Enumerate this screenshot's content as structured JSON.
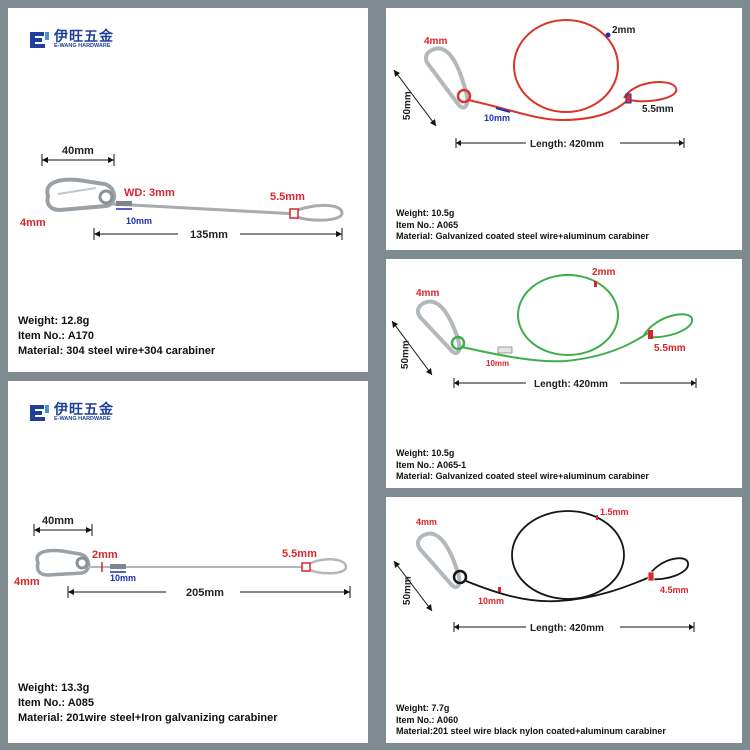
{
  "brand": {
    "name_cn": "伊旺五金",
    "name_en": "E-WANG HARDWARE"
  },
  "panels": [
    {
      "weight": "Weight: 12.8g",
      "item": "Item No.: A170",
      "material": "Material: 304 steel wire+304 carabiner",
      "dims": {
        "carabiner_len": "40mm",
        "carabiner_wire": "4mm",
        "wire_dia": "WD: 3mm",
        "sleeve": "10mm",
        "length": "135mm",
        "loop": "5.5mm"
      }
    },
    {
      "weight": "Weight: 13.3g",
      "item": "Item No.: A085",
      "material": "Material: 201wire steel+Iron galvanizing carabiner",
      "dims": {
        "carabiner_len": "40mm",
        "carabiner_wire": "4mm",
        "wire_dia": "2mm",
        "sleeve": "10mm",
        "length": "205mm",
        "loop": "5.5mm"
      }
    },
    {
      "weight": "Weight: 10.5g",
      "item": "Item No.: A065",
      "material": "Material: Galvanized coated steel wire+aluminum carabiner",
      "dims": {
        "carabiner_wire": "4mm",
        "wire_dia": "2mm",
        "carabiner_len": "50mm",
        "sleeve": "10mm",
        "loop": "5.5mm",
        "length": "Length: 420mm"
      }
    },
    {
      "weight": "Weight: 10.5g",
      "item": "Item No.: A065-1",
      "material": "Material: Galvanized coated steel wire+aluminum carabiner",
      "dims": {
        "carabiner_wire": "4mm",
        "wire_dia": "2mm",
        "carabiner_len": "50mm",
        "sleeve": "10mm",
        "loop": "5.5mm",
        "length": "Length: 420mm"
      }
    },
    {
      "weight": "Weight: 7.7g",
      "item": "Item No.: A060",
      "material": "Material:201 steel wire black nylon coated+aluminum carabiner",
      "dims": {
        "carabiner_wire": "4mm",
        "wire_dia": "1.5mm",
        "carabiner_len": "50mm",
        "sleeve": "10mm",
        "loop": "4.5mm",
        "length": "Length: 420mm"
      }
    }
  ],
  "colors": {
    "background": "#7d8a90",
    "brand_blue": "#1f3f9a",
    "dim_red": "#d9262b",
    "dim_blue": "#1e2fb0",
    "wire_red": "#d9352a",
    "wire_green": "#3fae4a",
    "wire_black": "#151515"
  },
  "icons": {
    "logo": "ewang-logo-icon",
    "carabiner": "carabiner-icon"
  }
}
